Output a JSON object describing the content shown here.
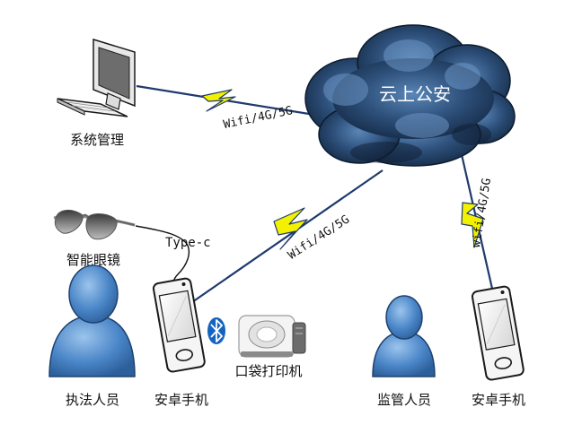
{
  "cloud": {
    "label": "云上公安"
  },
  "links": {
    "admin": "Wifi/4G/5G",
    "officer_phone": "Wifi/4G/5G",
    "supervisor_phone": "wifi/4G/5G",
    "usb": "Type-c"
  },
  "nodes": {
    "admin": "系统管理",
    "glasses": "智能眼镜",
    "officer": "执法人员",
    "officer_phone": "安卓手机",
    "printer": "口袋打印机",
    "supervisor": "监管人员",
    "supervisor_phone": "安卓手机"
  },
  "colors": {
    "cloud_dark": "#152a45",
    "cloud_mid": "#2c4e78",
    "cloud_light": "#6b95c4",
    "link_line": "#1f3a6e",
    "lightning_fill": "#f2f200",
    "person_blue": "#4a86c8",
    "bluetooth": "#1565c0"
  },
  "icons": {
    "computer": "desktop-computer-icon",
    "bluetooth": "bluetooth-icon",
    "printer": "pocket-printer-icon",
    "glasses": "smart-glasses-icon",
    "phone": "android-phone-icon",
    "person": "person-icon"
  }
}
